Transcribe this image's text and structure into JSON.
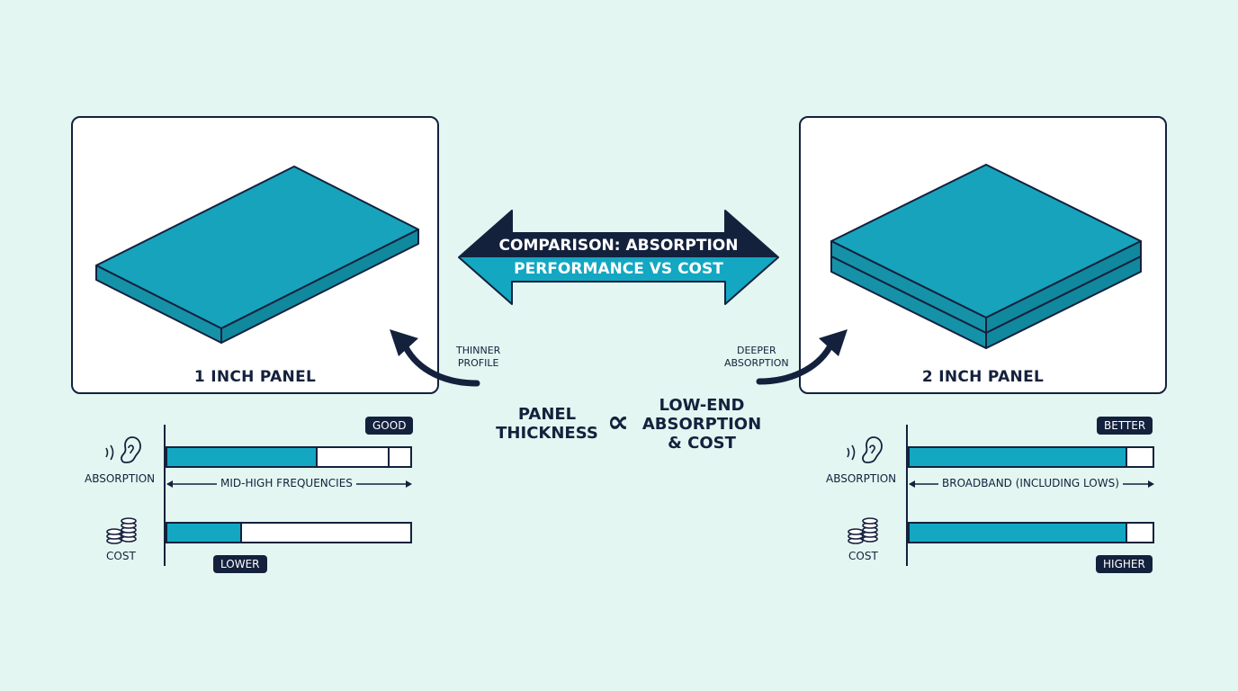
{
  "banner": {
    "line1": "COMPARISON: ABSORPTION",
    "line2": "PERFORMANCE VS COST"
  },
  "colors": {
    "accent": "#13a7c2",
    "navy": "#14213d",
    "background": "#e3f6f1"
  },
  "center": {
    "left_line1": "PANEL",
    "left_line2": "THICKNESS",
    "symbol": "∝",
    "right_line1": "LOW-END",
    "right_line2": "ABSORPTION",
    "right_line3": "& COST"
  },
  "left_panel": {
    "title": "1 INCH PANEL",
    "callout_line1": "THINNER",
    "callout_line2": "PROFILE",
    "absorption_label": "ABSORPTION",
    "absorption_fill": 0.61,
    "absorption_tag": "GOOD",
    "frequency_text": "MID-HIGH FREQUENCIES",
    "cost_label": "COST",
    "cost_fill": 0.3,
    "cost_tag": "LOWER",
    "ear_icon": "ear-icon",
    "coins_icon": "coins-icon"
  },
  "right_panel": {
    "title": "2 INCH PANEL",
    "callout_line1": "DEEPER",
    "callout_line2": "ABSORPTION",
    "absorption_label": "ABSORPTION",
    "absorption_fill": 0.89,
    "absorption_tag": "BETTER",
    "frequency_text": "BROADBAND (INCLUDING LOWS)",
    "cost_label": "COST",
    "cost_fill": 0.89,
    "cost_tag": "HIGHER",
    "ear_icon": "ear-icon",
    "coins_icon": "coins-icon"
  }
}
